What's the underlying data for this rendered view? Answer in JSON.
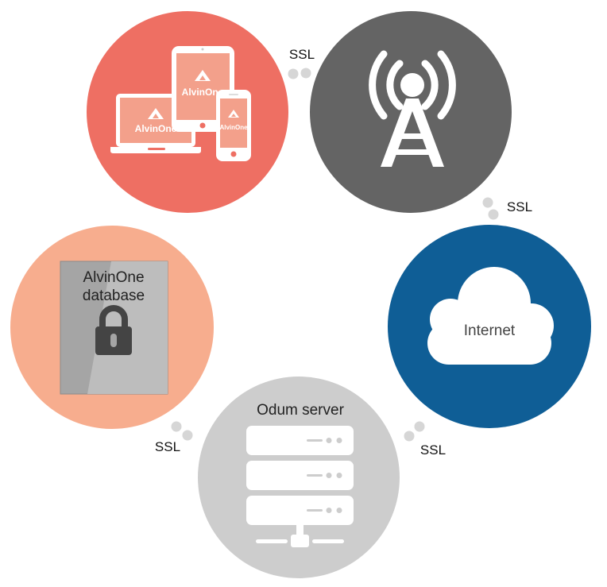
{
  "diagram": {
    "nodes": {
      "devices": {
        "icon": "devices-icon",
        "color": "#ee6f63",
        "brand_laptop": "AlvinOne",
        "brand_tablet": "AlvinOne",
        "brand_phone": "AlvinOne"
      },
      "tower": {
        "icon": "antenna-tower-icon",
        "color": "#646464"
      },
      "internet": {
        "label": "Internet",
        "icon": "cloud-icon",
        "color": "#0f5e96"
      },
      "server": {
        "label": "Odum server",
        "icon": "server-rack-icon",
        "color": "#cdcdcd"
      },
      "database": {
        "label_line1": "AlvinOne",
        "label_line2": "database",
        "icon": "padlock-icon",
        "color": "#f7ad8e"
      }
    },
    "connectors": {
      "devices_tower": "SSL",
      "tower_internet": "SSL",
      "internet_server": "SSL",
      "server_database": "SSL"
    }
  }
}
